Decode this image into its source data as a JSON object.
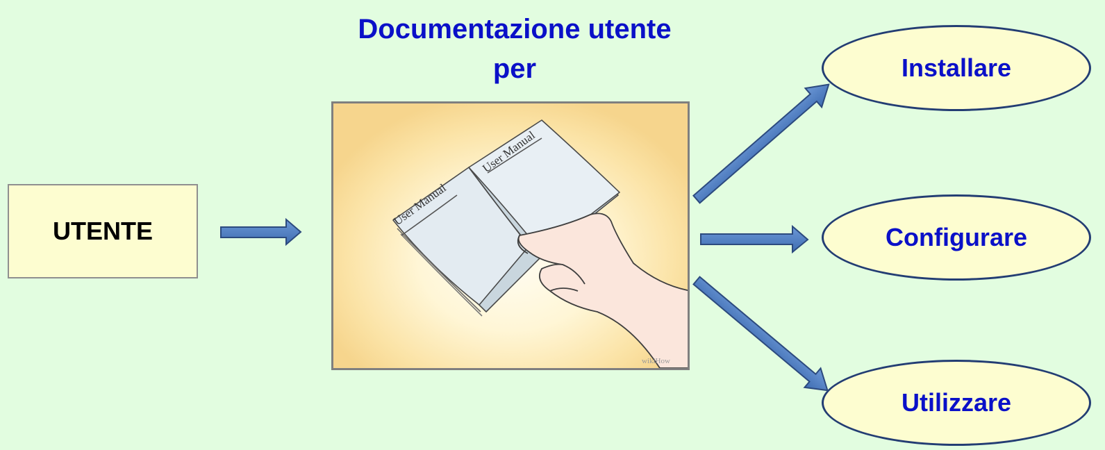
{
  "title": {
    "line1": "Documentazione utente",
    "line2": "per"
  },
  "user_box": {
    "label": "UTENTE"
  },
  "image": {
    "subject": "open-user-manual-in-hand",
    "page_left_text": "User Manual",
    "page_right_text": "User Manual",
    "watermark": "wikiHow"
  },
  "actions": [
    {
      "label": "Installare"
    },
    {
      "label": "Configurare"
    },
    {
      "label": "Utilizzare"
    }
  ],
  "colors": {
    "background": "#e2fde0",
    "title_text": "#0a10c8",
    "box_fill": "#fdfdd0",
    "arrow_fill": "#4f7fc4",
    "arrow_stroke": "#2c4a7e",
    "ellipse_stroke": "#233d73"
  }
}
